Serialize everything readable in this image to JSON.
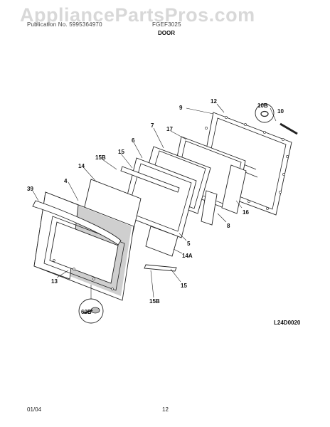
{
  "watermark": "AppliancePartsPros.com",
  "header": {
    "left": "Publication No. 5995364970",
    "right": "FGEF3025",
    "title": "DOOR"
  },
  "diagram_code": "L24D0020",
  "footer": {
    "date": "01/04",
    "page": "12"
  },
  "callouts": {
    "c9": "9",
    "c12": "12",
    "c10B": "10B",
    "c10": "10",
    "c7": "7",
    "c17": "17",
    "c6": "6",
    "c15a": "15",
    "c15Ba": "15B",
    "c14": "14",
    "c39": "39",
    "c4": "4",
    "c16": "16",
    "c8": "8",
    "c5": "5",
    "c14A": "14A",
    "c13": "13",
    "c15b": "15",
    "c15Bb": "15B",
    "c60B": "60B"
  }
}
